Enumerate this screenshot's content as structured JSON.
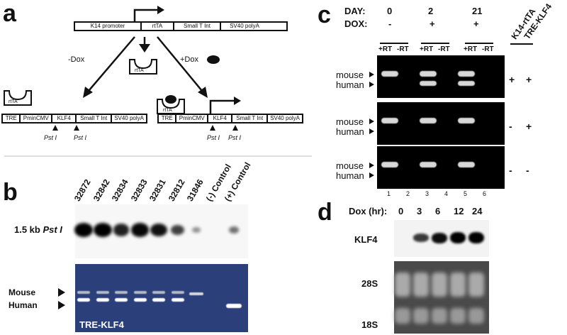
{
  "panels": {
    "a": "a",
    "b": "b",
    "c": "c",
    "d": "d"
  },
  "panel_a": {
    "top_construct": [
      "K14 promoter",
      "rtTA",
      "Small T Int",
      "SV40 polyA"
    ],
    "rtta": "rtTA",
    "minus_dox": "-Dox",
    "plus_dox": "+Dox",
    "left_construct": [
      "TRE",
      "PminCMV",
      "KLF4",
      "Small T Int",
      "SV40 polyA"
    ],
    "right_construct": [
      "TRE",
      "PminCMV",
      "KLF4",
      "Small T Int",
      "SV40 polyA"
    ],
    "pst": "Pst I"
  },
  "panel_b": {
    "lanes": [
      "32872",
      "32842",
      "32834",
      "32833",
      "32831",
      "32812",
      "31846",
      "(-) Control",
      "(+) Control"
    ],
    "band_label": "1.5 kb ",
    "band_label_italic": "Pst I",
    "mouse": "Mouse",
    "human": "Human",
    "gel_label": "TRE-KLF4"
  },
  "panel_c": {
    "day_label": "DAY:",
    "dox_label": "DOX:",
    "days": [
      "0",
      "2",
      "21"
    ],
    "dox": [
      "-",
      "+",
      "+"
    ],
    "rt": [
      "+RT",
      "-RT",
      "+RT",
      "-RT",
      "+RT",
      "-RT"
    ],
    "mouse": "mouse",
    "human": "human",
    "col_k14": "K14-rtTA",
    "col_tre": "TRE-KLF4",
    "rows": [
      [
        "+",
        "+"
      ],
      [
        "-",
        "+"
      ],
      [
        "-",
        "-"
      ]
    ],
    "lane_numbers": [
      "1",
      "2",
      "3",
      "4",
      "5",
      "6"
    ]
  },
  "panel_d": {
    "dox_label": "Dox (hr):",
    "times": [
      "0",
      "3",
      "6",
      "12",
      "24"
    ],
    "klf4": "KLF4",
    "s28": "28S",
    "s18": "18S"
  }
}
